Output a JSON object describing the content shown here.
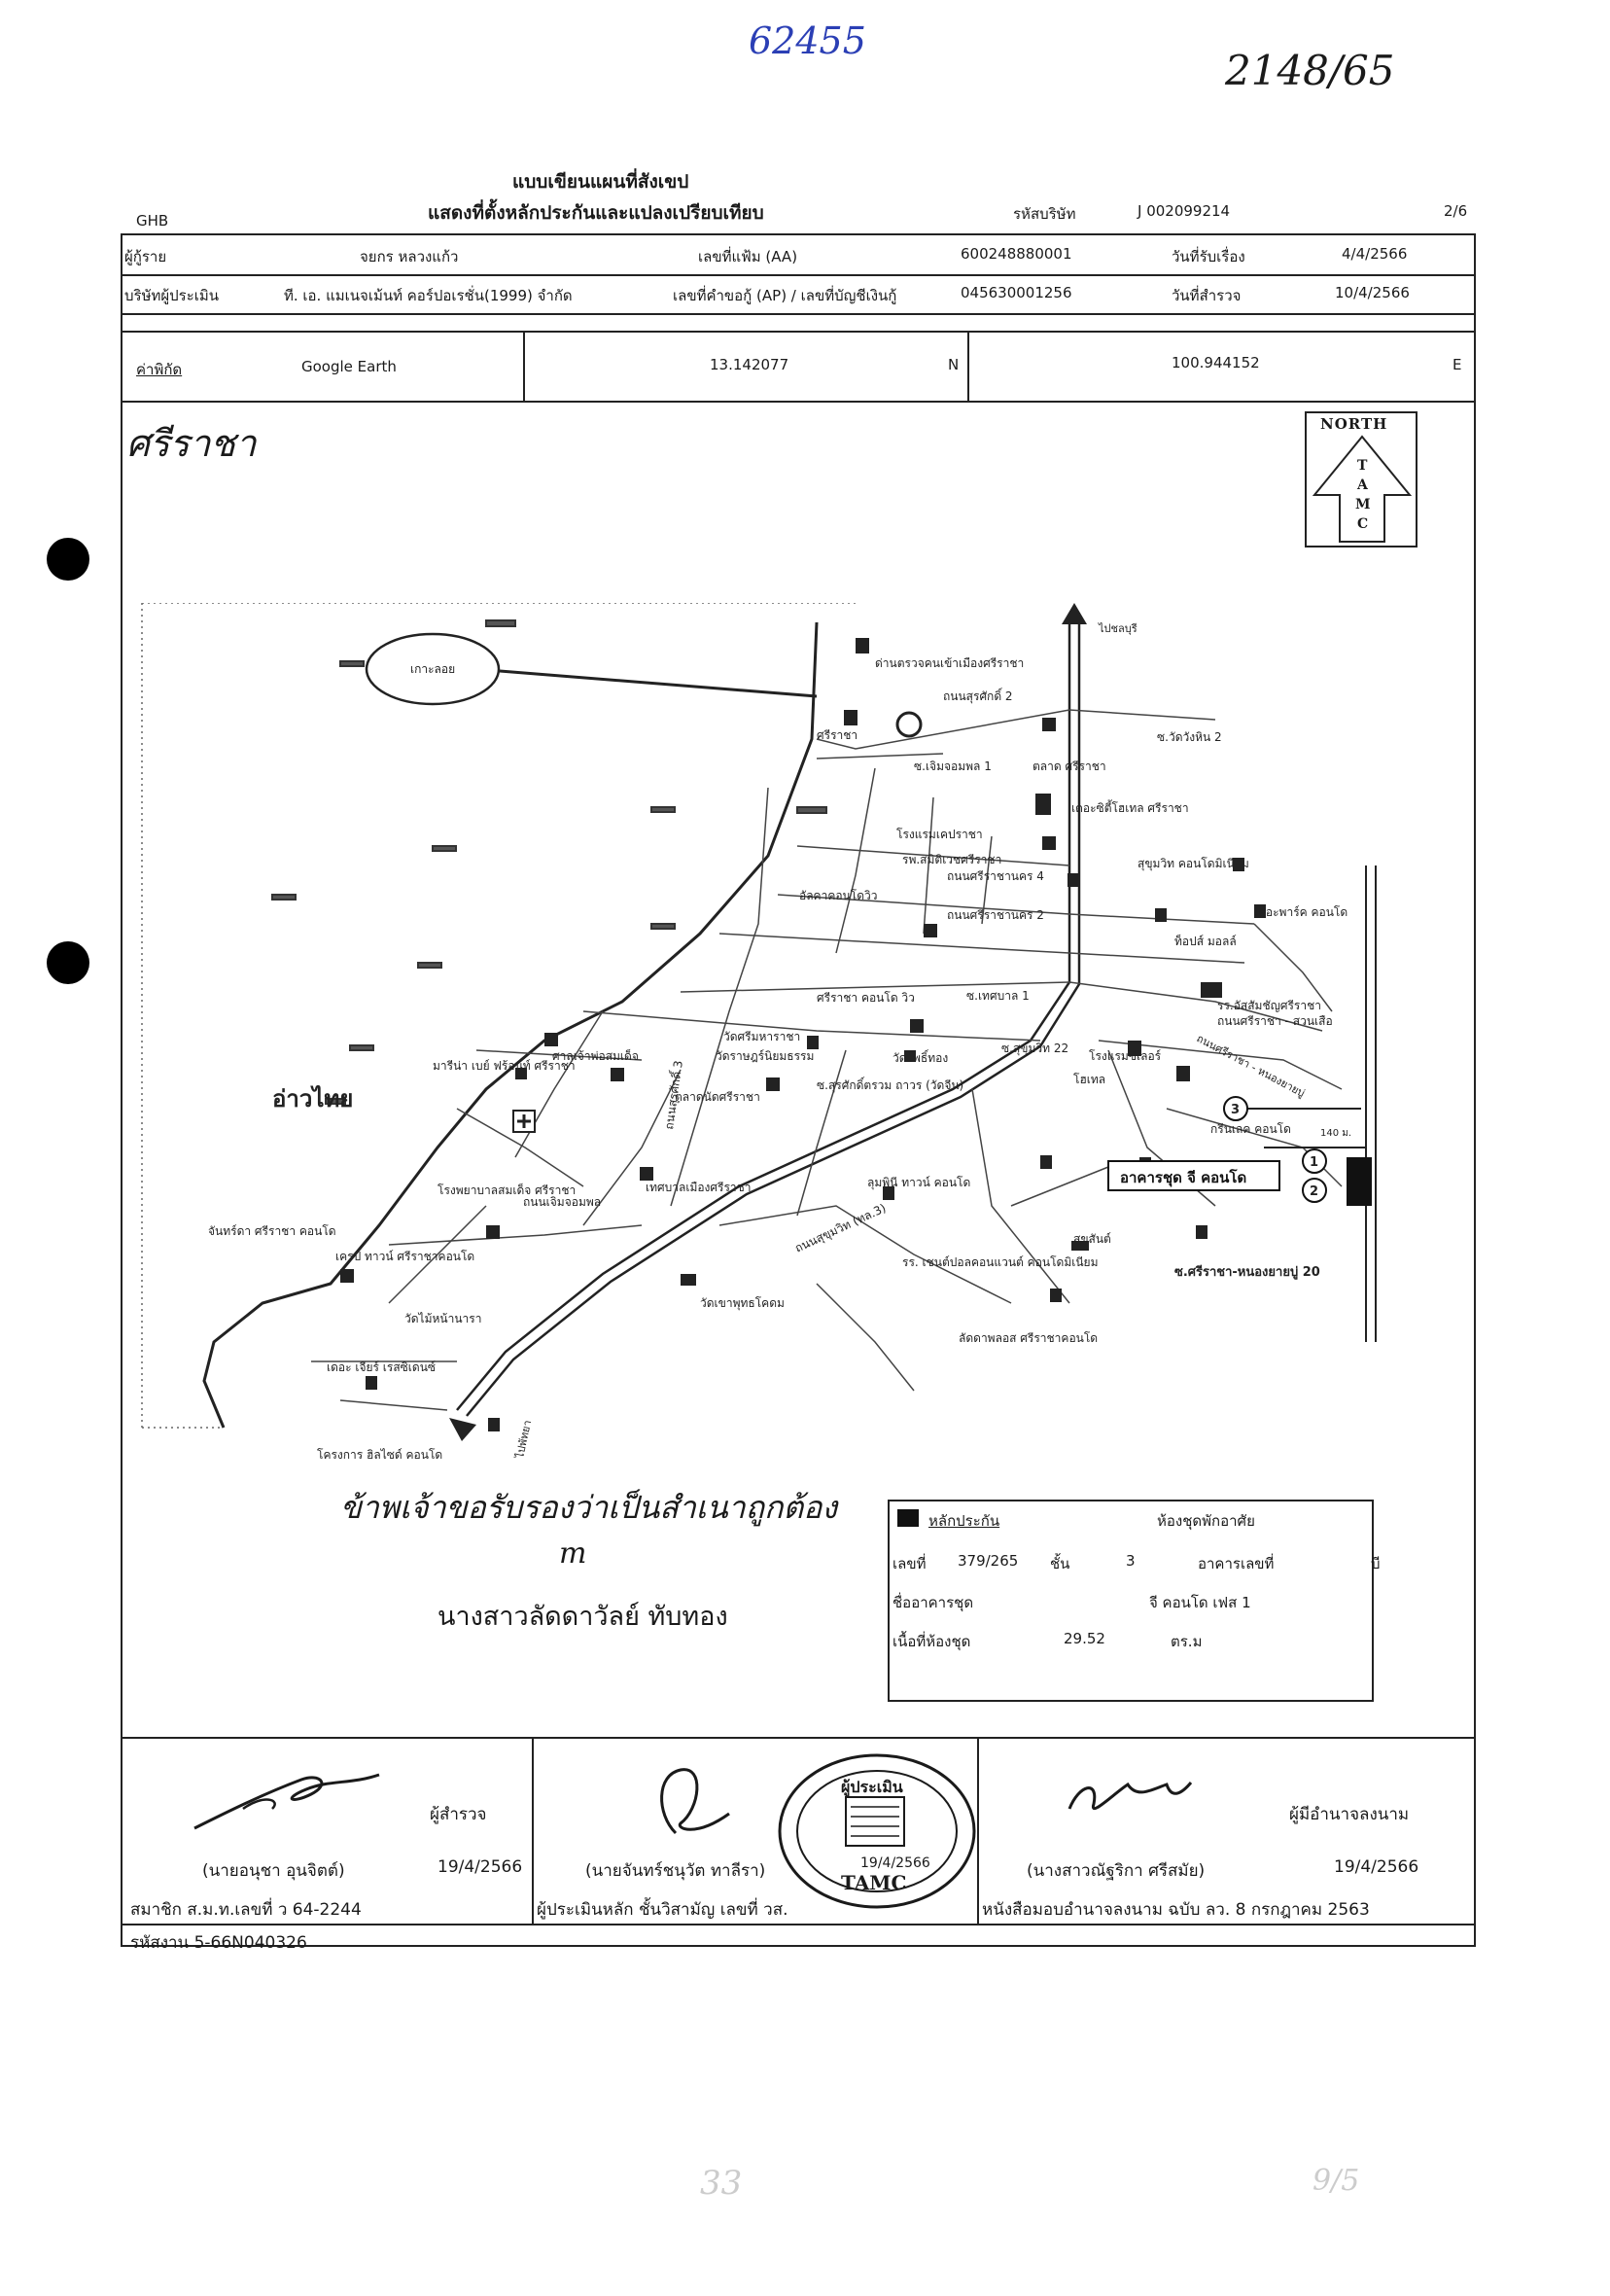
{
  "handwritten": {
    "top_blue": "62455",
    "top_right": "2148/65",
    "map_title": "ศรีราชา",
    "map_caption": "ข้าพเจ้าขอรับรองว่าเป็นสำเนาถูกต้อง"
  },
  "header": {
    "logo": "GHB",
    "title_line1": "แบบเขียนแผนที่สังเขป",
    "title_line2": "แสดงที่ตั้งหลักประกันและแปลงเปรียบเทียบ",
    "company_code_label": "รหัสบริษัท",
    "company_code_value": "J 002099214",
    "page_number": "2/6"
  },
  "info_rows": {
    "applicant_label": "ผู้กู้ราย",
    "applicant_value": "จยกร หลวงแก้ว",
    "file_no_label": "เลขที่แฟ้ม (AA)",
    "file_no_value": "600248880001",
    "received_date_label": "วันที่รับเรื่อง",
    "received_date_value": "4/4/2566",
    "appraiser_label": "บริษัทผู้ประเมิน",
    "appraiser_value": "ที. เอ. แมเนจเม้นท์ คอร์ปอเรชั่น(1999) จำกัด",
    "request_no_label": "เลขที่คำขอกู้ (AP) / เลขที่บัญชีเงินกู้",
    "request_no_value": "045630001256",
    "survey_date_label": "วันที่สำรวจ",
    "survey_date_value": "10/4/2566"
  },
  "coordinates": {
    "label": "ค่าพิกัด",
    "source": "Google Earth",
    "lat": "13.142077",
    "lat_dir": "N",
    "lon": "100.944152",
    "lon_dir": "E"
  },
  "north_arrow": {
    "label": "NORTH",
    "letters": [
      "T",
      "A",
      "M",
      "C"
    ]
  },
  "map_labels": {
    "gulf": "อ่าวไทย",
    "koh_loi": "เกาะลอย",
    "to_chonburi": "ไปชลบุรี",
    "to_pattaya": "ไปพัทยา",
    "port": "ด่านตรวจคนเข้าเมืองศรีราชา",
    "road_surasak2": "ถนนสุรศักดิ์ 2",
    "soi_wat_wang_hin": "ซ.วัดวังหิน 2",
    "sriracha": "ศรีราชา",
    "soi_choemchomphon": "ซ.เจิมจอมพล 1",
    "market": "ตลาด ศรีราชา",
    "the_city_hotel": "เดอะซิตี้โฮเทล ศรีราชา",
    "hotel_cityplace": "โรงแรมเคปราชา",
    "hospital_samitivej": "รพ.สมิติเวชศรีราชา",
    "road_sriracha_nakhon4": "ถนนศรีราชานคร 4",
    "sriracha_place": "สุขุมวิท คอนโดมิเนียม",
    "khao_condo": "อัลคาคอนโดวิว",
    "road_sriracha_nakhon2": "ถนนศรีราชานคร 2",
    "the_parco": "เดอะพาร์ค คอนโด",
    "tops_mall": "ท็อปส์ มอลล์",
    "sriracha_condo_view": "ศรีราชา คอนโด วิว",
    "soi_thetsaban1": "ซ.เทศบาล 1",
    "school": "รร.อัสสัมชัญศรีราชา",
    "road_sriracha_suanseua": "ถนนศรีราชา - สวนเสือ",
    "marina": "มารีน่า เบย์ ฟร้อนท์ ศรีราชา",
    "shrine": "ศาลเจ้าพ่อสมเด็จ",
    "wat_sriracha": "วัดศรีมหาราชา",
    "wat_sriracha2": "วัดราษฎร์นิยมธรรม",
    "wat_klang": "วัดโพธิ์ทอง",
    "sukhumvit22": "ซ.สุขุมวิท 22",
    "hotel_laemchabang": "โรงแรมซีเลอร์",
    "hotel2": "โฮเทล",
    "road_choemchomphon": "ถนนเจิมจอมพล",
    "night_market": "ตลาดนัดศรีราชา",
    "soi_surasak": "ซ.สุรศักดิ์ตรวม ถาวร (วัดจีน)",
    "green_condo": "กรีนเลค คอนโด",
    "road_surasak3": "ถนนสุรศักดิ์ 3",
    "hospital_sriracha": "โรงพยาบาลสมเด็จ ศรีราชา",
    "to_laemchabang": "ถนนสุขุมวิท (ทล.3)",
    "municipal": "เทศบาลเมืองศรีราชา",
    "subject": "อาคารชุด จี คอนโด",
    "lumpini": "ลุมพินี ทาวน์ คอนโด",
    "chanrada": "จันทร์ดา ศรีราชา คอนโด",
    "craft_town": "เครป ทาวน์ ศรีราชาคอนโด",
    "wat_laem": "วัดไม้หน้านารา",
    "sukhothai_condo": "สุขสันต์",
    "the_sky": "เดอะ เจียร์ เรสซิเดนซ์",
    "sriracha_condominium": "รร. เชนต์ปอลคอนแวนต์ คอนโดมิเนียม",
    "wat_phutthakhom": "วัดเขาพุทธโคดม",
    "soi_nong_yai_bu20": "ซ.ศรีราชา-หนองยายบู่ 20",
    "hillside": "โครงการ ฮิลไซด์ คอนโด",
    "lakeview": "ลัดดาพลอส ศรีราชาคอนโด",
    "road_sriracha_nongyaibu": "ถนนศรีราชา - หนองยายบู่",
    "markers": [
      "1",
      "2",
      "3"
    ],
    "distance": "140 ม."
  },
  "collateral": {
    "legend_label": "หลักประกัน",
    "type_label": "ห้องชุดพักอาศัย",
    "deed_label": "เลขที่",
    "deed_value": "379/265",
    "floor_label": "ชั้น",
    "floor_value": "3",
    "building_label": "อาคารเลขที่",
    "building_value": "บี",
    "building_name_label": "ชื่ออาคารชุด",
    "building_name_value": "จี คอนโด เฟส 1",
    "area_label": "เนื้อที่ห้องชุด",
    "area_value": "29.52",
    "area_unit": "ตร.ม"
  },
  "certifier": {
    "name": "นางสาวลัดดาวัลย์ ทับทอง"
  },
  "signatures": {
    "surveyor_role": "ผู้สำรวจ",
    "surveyor_name": "(นายอนุชา อุนจิตต์)",
    "surveyor_date": "19/4/2566",
    "surveyor_license": "สมาชิก ส.ม.ท.เลขที่ ว 64-2244",
    "appraiser_name": "(นายจันทร์ชนุวัต ทาลีรา)",
    "appraiser_license": "ผู้ประเมินหลัก ชั้นวิสามัญ เลขที่ วส.",
    "stamp_text": "ผู้ประเมิน",
    "stamp_company": "TAMC",
    "stamp_date": "19/4/2566",
    "authorized_role": "ผู้มีอำนาจลงนาม",
    "authorized_name": "(นางสาวณัฐริกา ศรีสมัย)",
    "authorized_date": "19/4/2566",
    "authorized_note": "หนังสือมอบอำนาจลงนาม ฉบับ ลว. 8 กรกฎาคม 2563",
    "job_code": "รหัสงาน 5-66N040326"
  },
  "footer_faint": {
    "left": "33",
    "right": "9/5"
  }
}
